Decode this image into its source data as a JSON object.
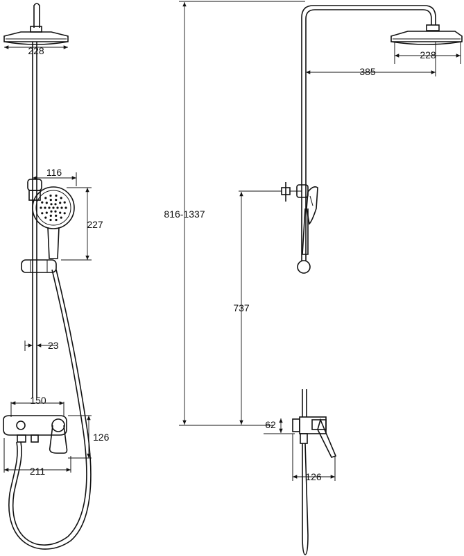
{
  "drawing": {
    "front_view": {
      "rain_head_width": "228",
      "handshower_width": "116",
      "handshower_height": "227",
      "riser_offset": "23",
      "mixer_center": "150",
      "mixer_height": "126",
      "mixer_overall": "211"
    },
    "side_view": {
      "overall_height": "816-1337",
      "rain_head_width": "228",
      "arm_reach": "385",
      "slide_height": "737",
      "spout_height": "62",
      "mixer_depth": "126"
    }
  }
}
